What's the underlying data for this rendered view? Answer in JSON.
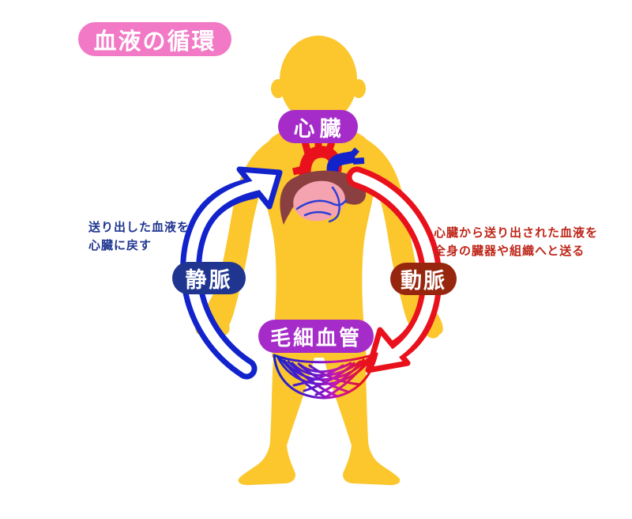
{
  "title": "血液の循環",
  "labels": {
    "heart": "心臓",
    "vein": "静脈",
    "artery": "動脈",
    "capillaries": "毛細血管"
  },
  "notes": {
    "vein": {
      "line1": "送り出した血液を",
      "line2": "心臓に戻す"
    },
    "artery": {
      "line1": "心臓から送り出された血液を",
      "line2": "全身の臓器や組織へと送る"
    }
  },
  "graphics": {
    "body": "child-body-silhouette",
    "heart": "anatomical-heart-illustration",
    "vein_arrow": "outlined-curved-arrow-up-to-heart",
    "artery_arrow": "outlined-curved-arrow-down-to-capillaries",
    "capillaries": "capillary-network-mesh-blue-to-red"
  },
  "colors": {
    "title_pink": "#F279C5",
    "label_purple": "#A62CC9",
    "vein_navy": "#1F3590",
    "artery_dark_red": "#97260F",
    "arrow_blue": "#1223CC",
    "arrow_red": "#E8111C",
    "body_yellow": "#FBC72D",
    "note_blue": "#1F3590",
    "note_red": "#BE2619",
    "heart_pink": "#F5A3B0",
    "heart_maroon": "#8A4040",
    "heart_vein_blue": "#2B3FD6",
    "capillary_gradient_left": "#1223CC",
    "capillary_gradient_mid": "#A62CC9",
    "capillary_gradient_right": "#E8111C"
  }
}
